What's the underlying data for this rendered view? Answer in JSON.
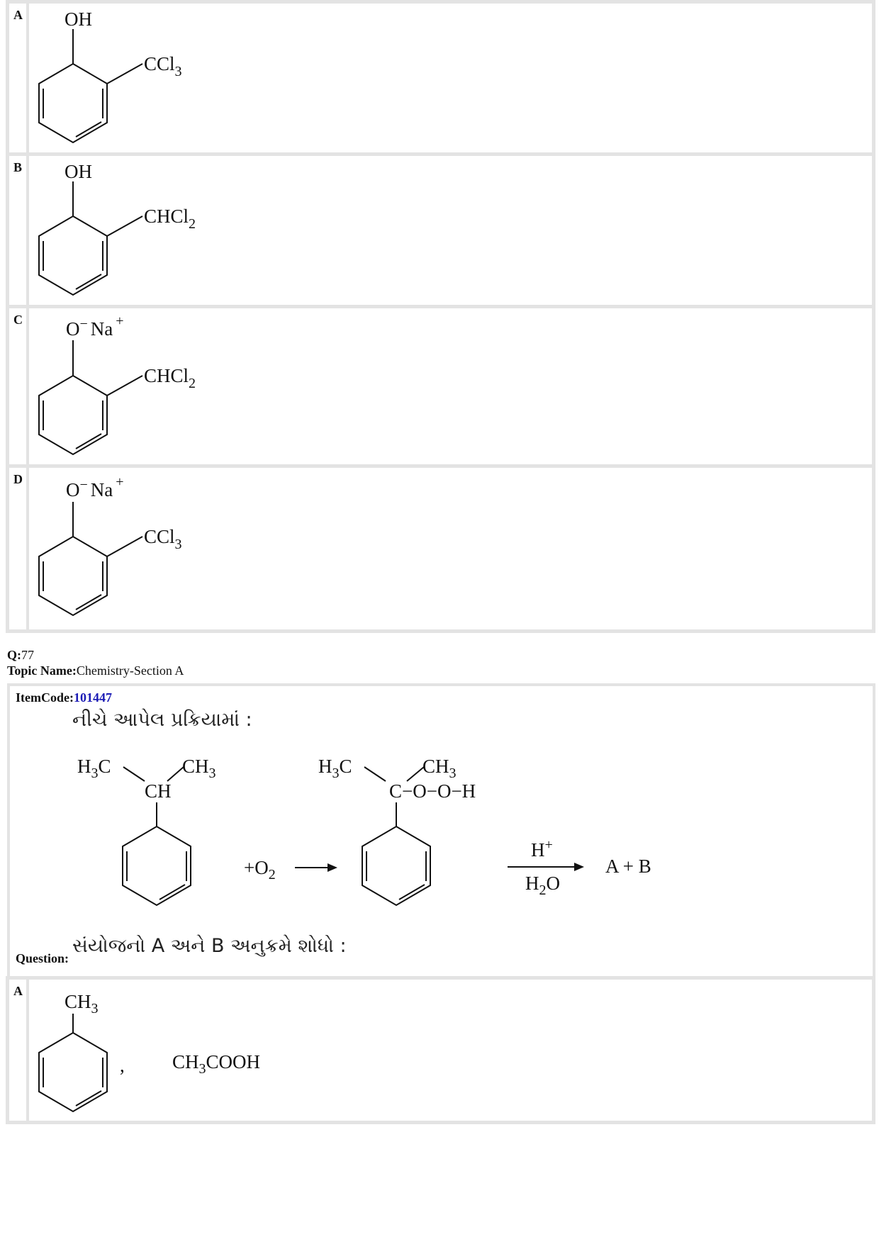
{
  "prev_options": {
    "a": {
      "letter": "A",
      "top_group": "OH",
      "side_group": "CCl",
      "side_sub": "3"
    },
    "b": {
      "letter": "B",
      "top_group": "OH",
      "side_group": "CHCl",
      "side_sub": "2"
    },
    "c": {
      "letter": "C",
      "top_o": "O",
      "top_minus": "−",
      "top_na": "Na",
      "top_plus": "+",
      "side_group": "CHCl",
      "side_sub": "2"
    },
    "d": {
      "letter": "D",
      "top_o": "O",
      "top_minus": "−",
      "top_na": "Na",
      "top_plus": "+",
      "side_group": "CCl",
      "side_sub": "3"
    }
  },
  "question": {
    "q_label": "Q:",
    "q_number": "77",
    "topic_label": "Topic Name:",
    "topic_value": "Chemistry-Section A",
    "itemcode_label": "ItemCode:",
    "itemcode_value": "101447",
    "intro_text": "નીચે આપેલ પ્રક્રિયામાં :",
    "question_label": "Question:",
    "prompt_text": "સંયોજનો A અને B અનુક્રમે શોધો :",
    "reaction": {
      "r_h3c_h": "H",
      "r_h3c_3": "3",
      "r_h3c_c": "C",
      "r_ch3_ch": "CH",
      "r_ch3_3": "3",
      "r_ch": "CH",
      "plus_o2": "+O",
      "plus_o2_sub": "2",
      "p_h3c_h": "H",
      "p_h3c_3": "3",
      "p_h3c_c": "C",
      "p_ch3_ch": "CH",
      "p_ch3_3": "3",
      "p_chain": "C−O−O−H",
      "cond_top": "H",
      "cond_top_sup": "+",
      "cond_bottom_h": "H",
      "cond_bottom_2": "2",
      "cond_bottom_o": "O",
      "result": "A + B"
    }
  },
  "answer_a": {
    "letter": "A",
    "top_ch": "CH",
    "top_sub": "3",
    "comma": ",",
    "compound_ch": "CH",
    "compound_sub": "3",
    "compound_rest": "COOH"
  }
}
